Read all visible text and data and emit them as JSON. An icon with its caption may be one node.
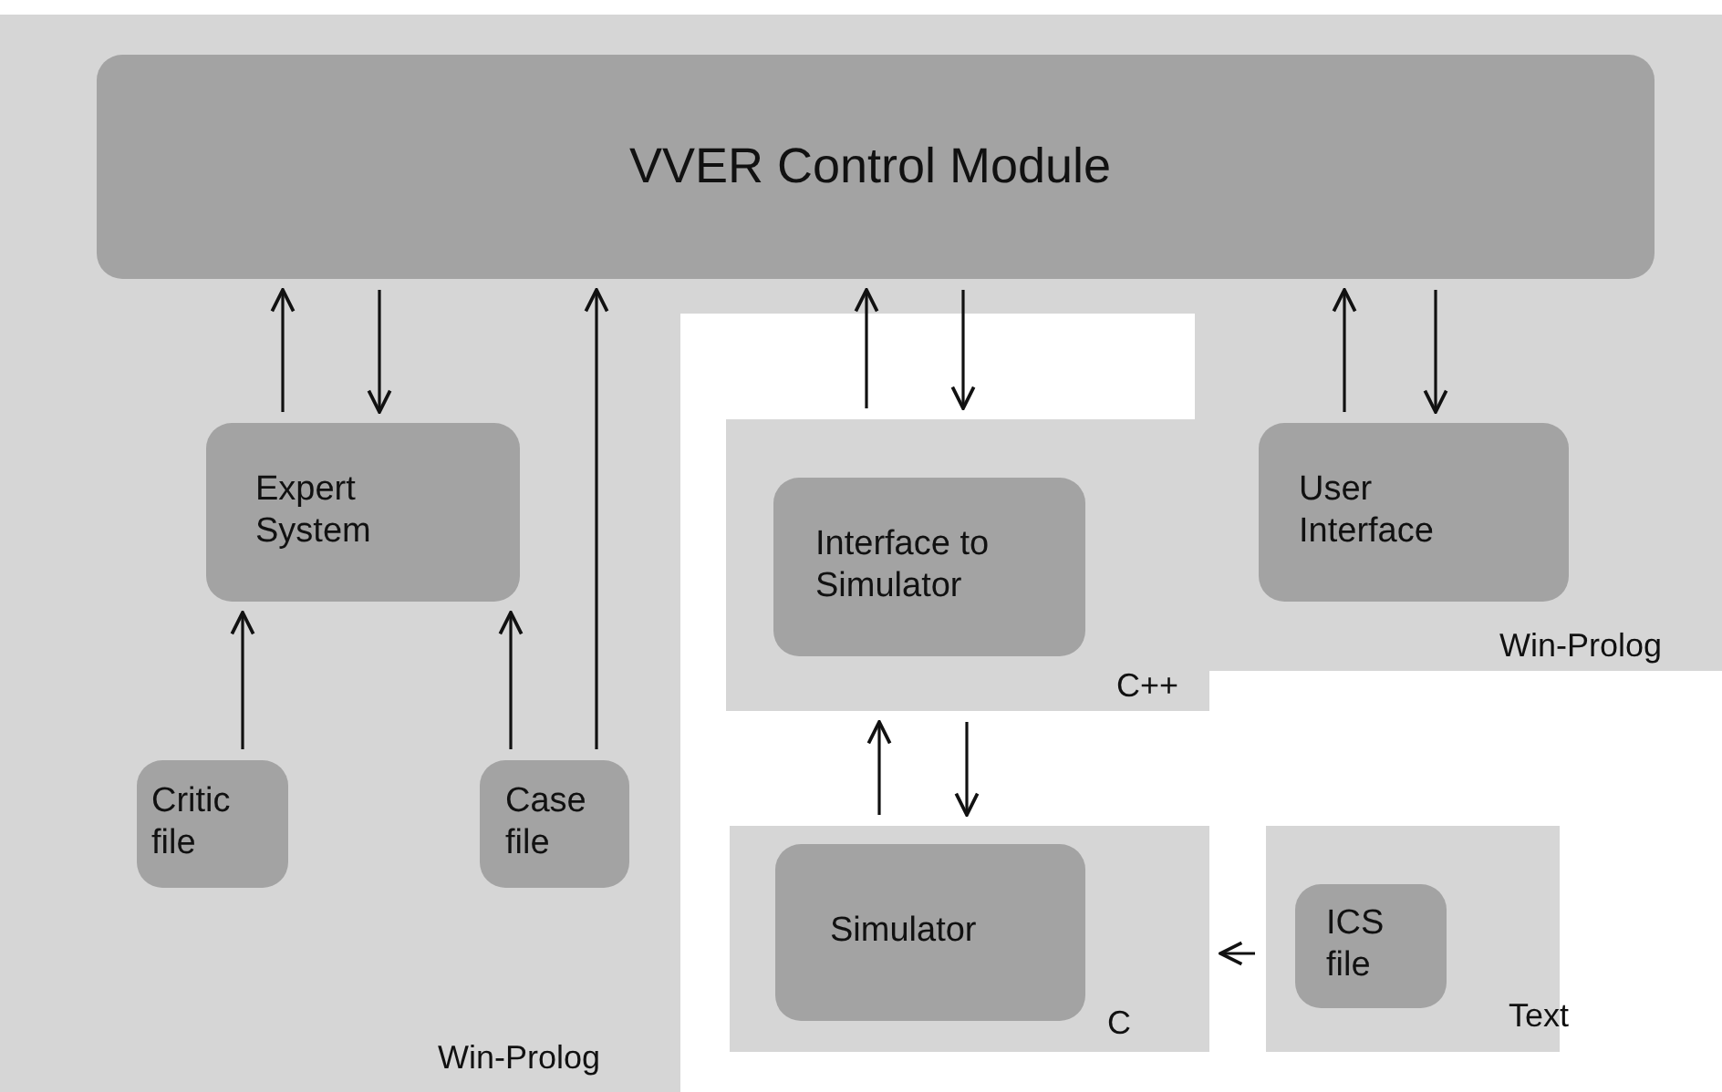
{
  "diagram": {
    "nodes": [
      {
        "text": [
          "Win-Prolog",
          "Win-Prolog"
        ]
      },
      {
        "text": [
          "VVER Control Module"
        ],
        "in": 0
      },
      {
        "text": [
          "Expert System"
        ],
        "in": 0
      },
      {
        "text": [
          "Critic file"
        ],
        "in": 0
      },
      {
        "text": [
          "Case file"
        ],
        "in": 0
      },
      {
        "text": [
          "User Interface"
        ],
        "in": 0
      },
      {
        "text": [
          "C++"
        ]
      },
      {
        "text": [
          "Interface to Simulator"
        ],
        "in": 6
      },
      {
        "text": [
          "C"
        ]
      },
      {
        "text": [
          "Simulator"
        ],
        "in": 8
      },
      {
        "text": [
          "Text"
        ]
      },
      {
        "text": [
          "ICS file"
        ],
        "in": 10
      }
    ],
    "edges": [
      {
        "from": 2,
        "to": 1,
        "arrow": "to"
      },
      {
        "from": 1,
        "to": 2,
        "arrow": "to"
      },
      {
        "from": 3,
        "to": 2,
        "arrow": "to"
      },
      {
        "from": 4,
        "to": 2,
        "arrow": "to"
      },
      {
        "from": 4,
        "to": 1,
        "arrow": "to"
      },
      {
        "from": 6,
        "to": 1,
        "arrow": "to"
      },
      {
        "from": 1,
        "to": 6,
        "arrow": "to"
      },
      {
        "from": 5,
        "to": 1,
        "arrow": "to"
      },
      {
        "from": 1,
        "to": 5,
        "arrow": "to"
      },
      {
        "from": 8,
        "to": 6,
        "arrow": "to"
      },
      {
        "from": 6,
        "to": 8,
        "arrow": "to"
      },
      {
        "from": 10,
        "to": 8,
        "arrow": "to"
      }
    ]
  }
}
